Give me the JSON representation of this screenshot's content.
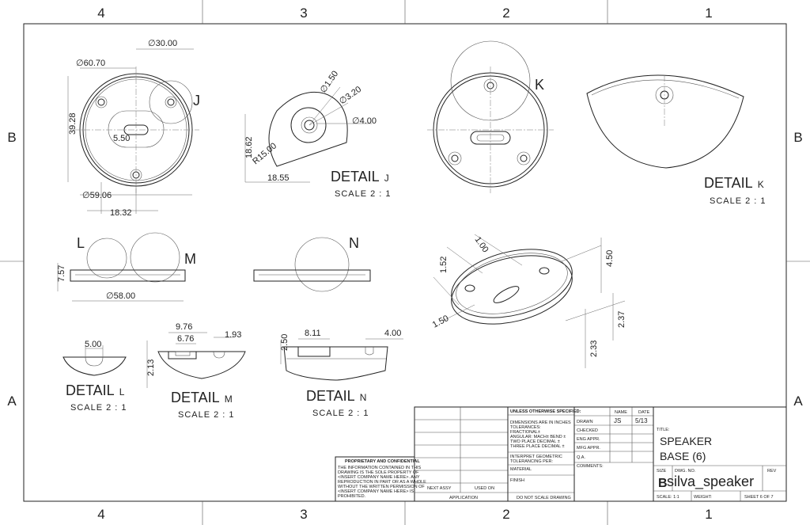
{
  "zones": {
    "cols": [
      "4",
      "3",
      "2",
      "1"
    ],
    "rows": [
      "B",
      "A"
    ]
  },
  "dims": {
    "d30": "∅30.00",
    "d60": "∅60.70",
    "h3928": "39.28",
    "w550": "5.50",
    "d5906": "∅59.06",
    "w1832": "18.32",
    "d150": "∅1.50",
    "d320": "∅3.20",
    "d400": "∅4.00",
    "r1500": "R15.00",
    "h1862": "18.62",
    "w1855": "18.55",
    "h757": "7.57",
    "d5800": "∅58.00",
    "i100": "1.00",
    "i152": "1.52",
    "i450": "4.50",
    "i150": "1.50",
    "i237": "2.37",
    "i233": "2.33",
    "l500": "5.00",
    "m976": "9.76",
    "m676": "6.76",
    "m193": "1.93",
    "m213": "2.13",
    "n811": "8.11",
    "n400": "4.00",
    "n250": "2.50"
  },
  "labels": {
    "J": "J",
    "K": "K",
    "L": "L",
    "M": "M",
    "N": "N"
  },
  "details": {
    "j": {
      "title": "DETAIL",
      "letter": "J",
      "scale": "SCALE 2 : 1"
    },
    "k": {
      "title": "DETAIL",
      "letter": "K",
      "scale": "SCALE 2 : 1"
    },
    "l": {
      "title": "DETAIL",
      "letter": "L",
      "scale": "SCALE 2 : 1"
    },
    "m": {
      "title": "DETAIL",
      "letter": "M",
      "scale": "SCALE 2 : 1"
    },
    "n": {
      "title": "DETAIL",
      "letter": "N",
      "scale": "SCALE 2 : 1"
    }
  },
  "title_block": {
    "prop_title": "PROPRIETARY AND CONFIDENTIAL",
    "prop_lines": [
      "THE INFORMATION CONTAINED IN THIS",
      "DRAWING IS THE SOLE PROPERTY OF",
      "<INSERT COMPANY NAME HERE>.  ANY",
      "REPRODUCTION IN PART OR AS A WHOLE",
      "WITHOUT THE WRITTEN PERMISSION OF",
      "<INSERT COMPANY NAME HERE> IS",
      "PROHIBITED."
    ],
    "next_assy": "NEXT ASSY",
    "used_on": "USED ON",
    "application": "APPLICATION",
    "unless": "UNLESS OTHERWISE SPECIFIED:",
    "tol_lines": [
      "DIMENSIONS ARE IN INCHES",
      "TOLERANCES:",
      "FRACTIONAL±",
      "ANGULAR: MACH±    BEND ±",
      "TWO PLACE DECIMAL    ±",
      "THREE PLACE DECIMAL   ±"
    ],
    "interpret": [
      "INTERPRET GEOMETRIC",
      "TOLERANCING PER:"
    ],
    "material": "MATERIAL",
    "finish": "FINISH",
    "do_not_scale": "DO NOT SCALE DRAWING",
    "name": "NAME",
    "date": "DATE",
    "drawn": "DRAWN",
    "drawn_name": "JS",
    "drawn_date": "5/13",
    "checked": "CHECKED",
    "eng_appr": "ENG APPR.",
    "mfg_appr": "MFG APPR.",
    "qa": "Q.A.",
    "comments": "COMMENTS:",
    "title_label": "TITLE:",
    "title_line1": "SPEAKER",
    "title_line2": "BASE (6)",
    "size_label": "SIZE",
    "dwg_label": "DWG.  NO.",
    "rev_label": "REV",
    "size_value": "B",
    "dwg_value": "silva_speaker",
    "scale": "SCALE: 1:1",
    "weight": "WEIGHT:",
    "sheet": "SHEET 6 OF 7"
  }
}
